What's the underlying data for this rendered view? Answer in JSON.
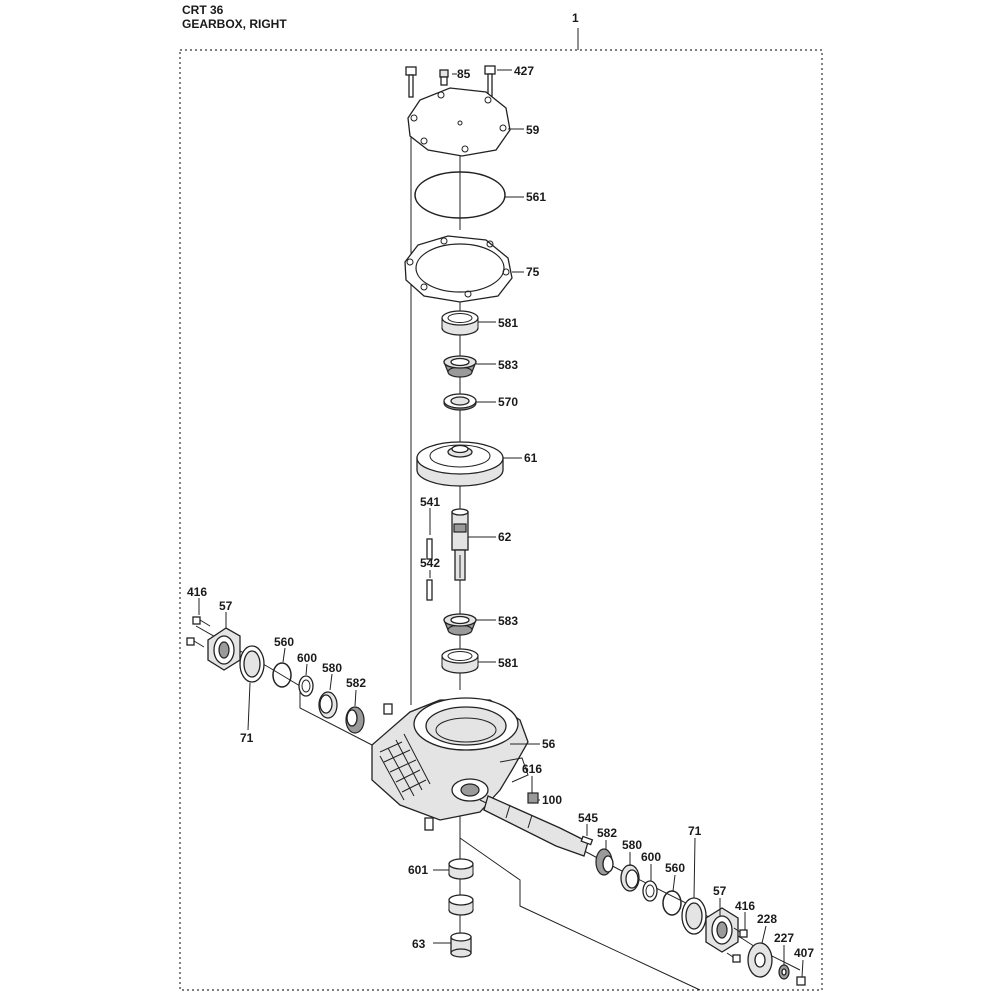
{
  "header": {
    "model": "CRT 36",
    "assembly": "GEARBOX, RIGHT",
    "assembly_number": "1"
  },
  "callouts": [
    {
      "id": "c85",
      "text": "85"
    },
    {
      "id": "c427",
      "text": "427"
    },
    {
      "id": "c59",
      "text": "59"
    },
    {
      "id": "c561",
      "text": "561"
    },
    {
      "id": "c75",
      "text": "75"
    },
    {
      "id": "c581a",
      "text": "581"
    },
    {
      "id": "c583a",
      "text": "583"
    },
    {
      "id": "c570",
      "text": "570"
    },
    {
      "id": "c61",
      "text": "61"
    },
    {
      "id": "c541",
      "text": "541"
    },
    {
      "id": "c62",
      "text": "62"
    },
    {
      "id": "c542",
      "text": "542"
    },
    {
      "id": "c583b",
      "text": "583"
    },
    {
      "id": "c581b",
      "text": "581"
    },
    {
      "id": "c416a",
      "text": "416"
    },
    {
      "id": "c57a",
      "text": "57"
    },
    {
      "id": "c560a",
      "text": "560"
    },
    {
      "id": "c600a",
      "text": "600"
    },
    {
      "id": "c580a",
      "text": "580"
    },
    {
      "id": "c582a",
      "text": "582"
    },
    {
      "id": "c71a",
      "text": "71"
    },
    {
      "id": "c56",
      "text": "56"
    },
    {
      "id": "c616",
      "text": "616"
    },
    {
      "id": "c100",
      "text": "100"
    },
    {
      "id": "c545",
      "text": "545"
    },
    {
      "id": "c582b",
      "text": "582"
    },
    {
      "id": "c71b",
      "text": "71"
    },
    {
      "id": "c580b",
      "text": "580"
    },
    {
      "id": "c600b",
      "text": "600"
    },
    {
      "id": "c560b",
      "text": "560"
    },
    {
      "id": "c601",
      "text": "601"
    },
    {
      "id": "c57b",
      "text": "57"
    },
    {
      "id": "c416b",
      "text": "416"
    },
    {
      "id": "c228",
      "text": "228"
    },
    {
      "id": "c227",
      "text": "227"
    },
    {
      "id": "c407",
      "text": "407"
    },
    {
      "id": "c63",
      "text": "63"
    }
  ]
}
